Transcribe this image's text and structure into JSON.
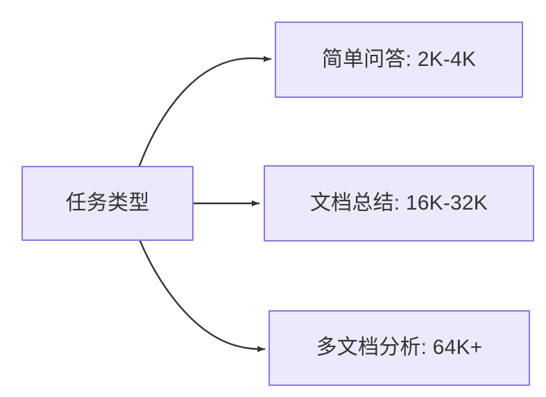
{
  "diagram": {
    "type": "flowchart",
    "direction": "left-to-right",
    "background_color": "#ffffff",
    "node_fill_color": "#ebe9fb",
    "node_border_color": "#9174d8",
    "node_text_color": "#333333",
    "edge_color": "#333333",
    "nodes": [
      {
        "id": "root",
        "label": "任务类型"
      },
      {
        "id": "simple-qa",
        "label": "简单问答: 2K-4K"
      },
      {
        "id": "doc-sum",
        "label": "文档总结: 16K-32K"
      },
      {
        "id": "multi-doc",
        "label": "多文档分析: 64K+"
      }
    ],
    "edges": [
      {
        "id": "edge-root-to-simple-qa",
        "from": "root",
        "to": "simple-qa",
        "style": "curved",
        "label": "",
        "arrowhead": "filled-triangle"
      },
      {
        "id": "edge-root-to-doc-sum",
        "from": "root",
        "to": "doc-sum",
        "style": "straight",
        "label": "",
        "arrowhead": "filled-triangle"
      },
      {
        "id": "edge-root-to-multi-doc",
        "from": "root",
        "to": "multi-doc",
        "style": "curved",
        "label": "",
        "arrowhead": "filled-triangle"
      }
    ]
  }
}
